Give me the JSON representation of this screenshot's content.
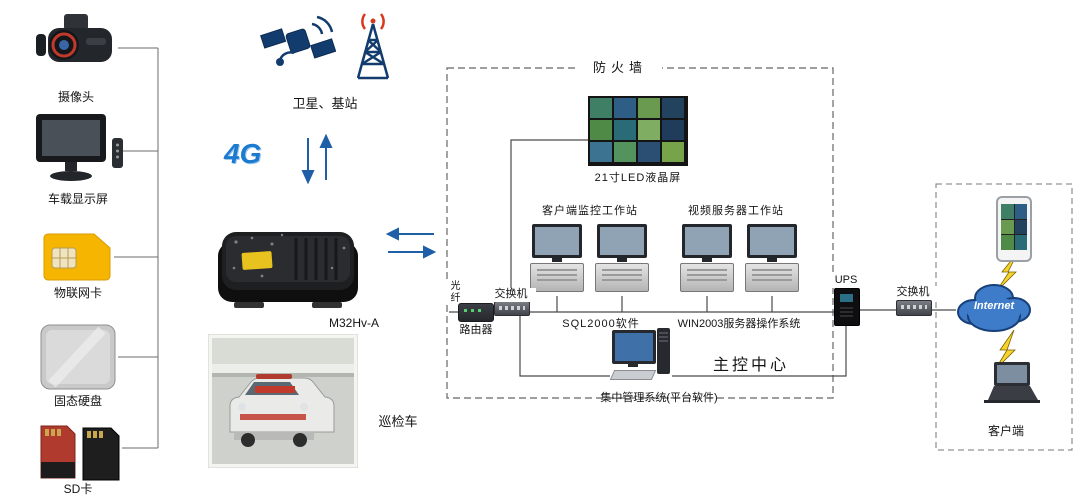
{
  "left_panel": {
    "items": [
      {
        "label": "摄像头"
      },
      {
        "label": "车载显示屏"
      },
      {
        "label": "物联网卡"
      },
      {
        "label": "固态硬盘"
      },
      {
        "label": "SD卡"
      }
    ]
  },
  "uplink": {
    "satellite_label": "卫星、基站",
    "tech_badge": "4G"
  },
  "mdvr": {
    "model": "M32Hv-A"
  },
  "vehicle": {
    "label": "巡检车"
  },
  "firewall": {
    "label": "防火墙"
  },
  "control_center": {
    "title": "主控中心",
    "led_wall_label": "21寸LED液晶屏",
    "client_ws_label": "客户端监控工作站",
    "video_ws_label": "视频服务器工作站",
    "fiber_label": "光纤",
    "router_label": "路由器",
    "switch_label": "交换机",
    "sql_label": "SQL2000软件",
    "win_label": "WIN2003服务器操作系统",
    "ups_label": "UPS",
    "mgmt_label": "集中管理系统(平台软件)"
  },
  "external": {
    "switch_label": "交换机",
    "internet_label": "Internet",
    "client_label": "客户端"
  },
  "palette": {
    "arrow_blue": "#1e5fa8",
    "line_gray": "#4a4a4a",
    "cloud_blue": "#3e7cc9",
    "sim_yellow": "#f6b500",
    "alert_red": "#c0392b",
    "bolt_yellow": "#f6d32d"
  }
}
